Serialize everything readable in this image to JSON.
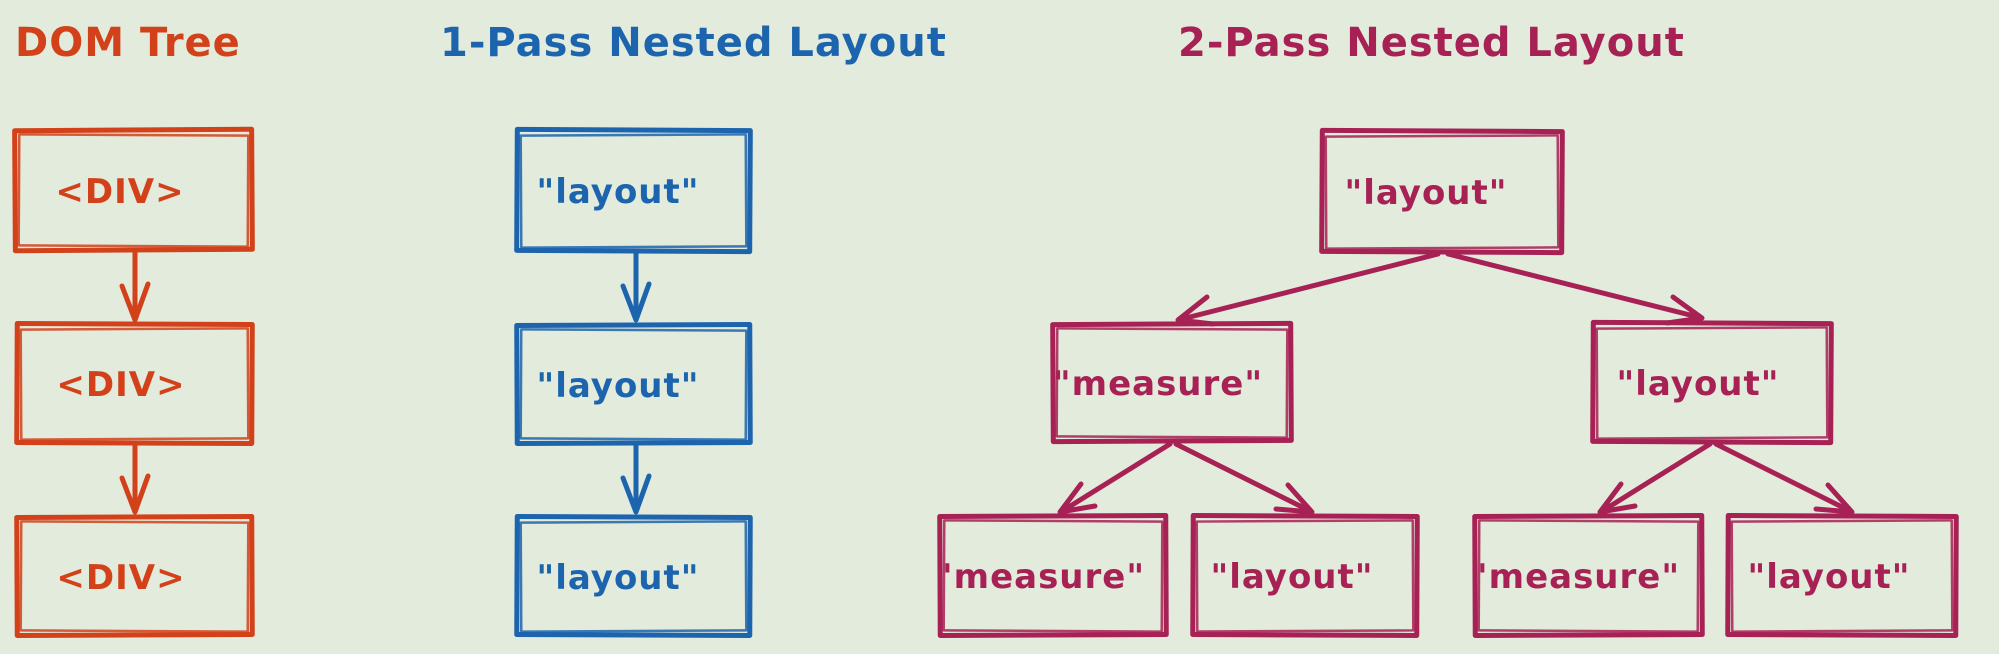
{
  "background": "#e2ebdc",
  "diagrams": [
    {
      "id": "dom-tree",
      "title": "DOM Tree",
      "color": "#d2411a",
      "nodes": [
        "<DIV>",
        "<DIV>",
        "<DIV>"
      ]
    },
    {
      "id": "one-pass-nested-layout",
      "title": "1-Pass Nested Layout",
      "color": "#1c64ad",
      "nodes": [
        "\"layout\"",
        "\"layout\"",
        "\"layout\""
      ]
    },
    {
      "id": "two-pass-nested-layout",
      "title": "2-Pass Nested Layout",
      "color": "#a72154",
      "root": "\"layout\"",
      "level2": [
        "\"measure\"",
        "\"layout\""
      ],
      "level3": [
        "\"measure\"",
        "\"layout\"",
        "\"measure\"",
        "\"layout\""
      ]
    }
  ]
}
